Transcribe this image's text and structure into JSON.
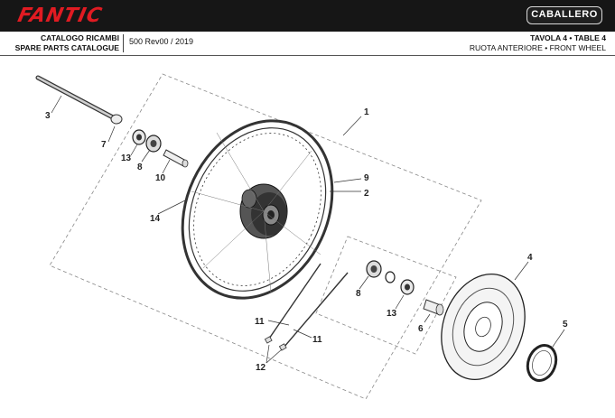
{
  "header": {
    "brand_logo": "FANTIC",
    "model_badge": "CABALLERO",
    "catalog_line1": "CATALOGO RICAMBI",
    "catalog_line2": "SPARE PARTS CATALOGUE",
    "edition": "500 Rev00 / 2019",
    "table_line1": "TAVOLA 4 • TABLE 4",
    "table_line2": "RUOTA ANTERIORE • FRONT WHEEL"
  },
  "colors": {
    "brand_red": "#e01b22",
    "topbar": "#161616"
  },
  "callouts": {
    "c1": "1",
    "c2": "2",
    "c3": "3",
    "c4": "4",
    "c5": "5",
    "c6": "6",
    "c7": "7",
    "c8a": "8",
    "c8b": "8",
    "c9": "9",
    "c10": "10",
    "c11a": "11",
    "c11b": "11",
    "c12": "12",
    "c13a": "13",
    "c13b": "13",
    "c14": "14"
  }
}
